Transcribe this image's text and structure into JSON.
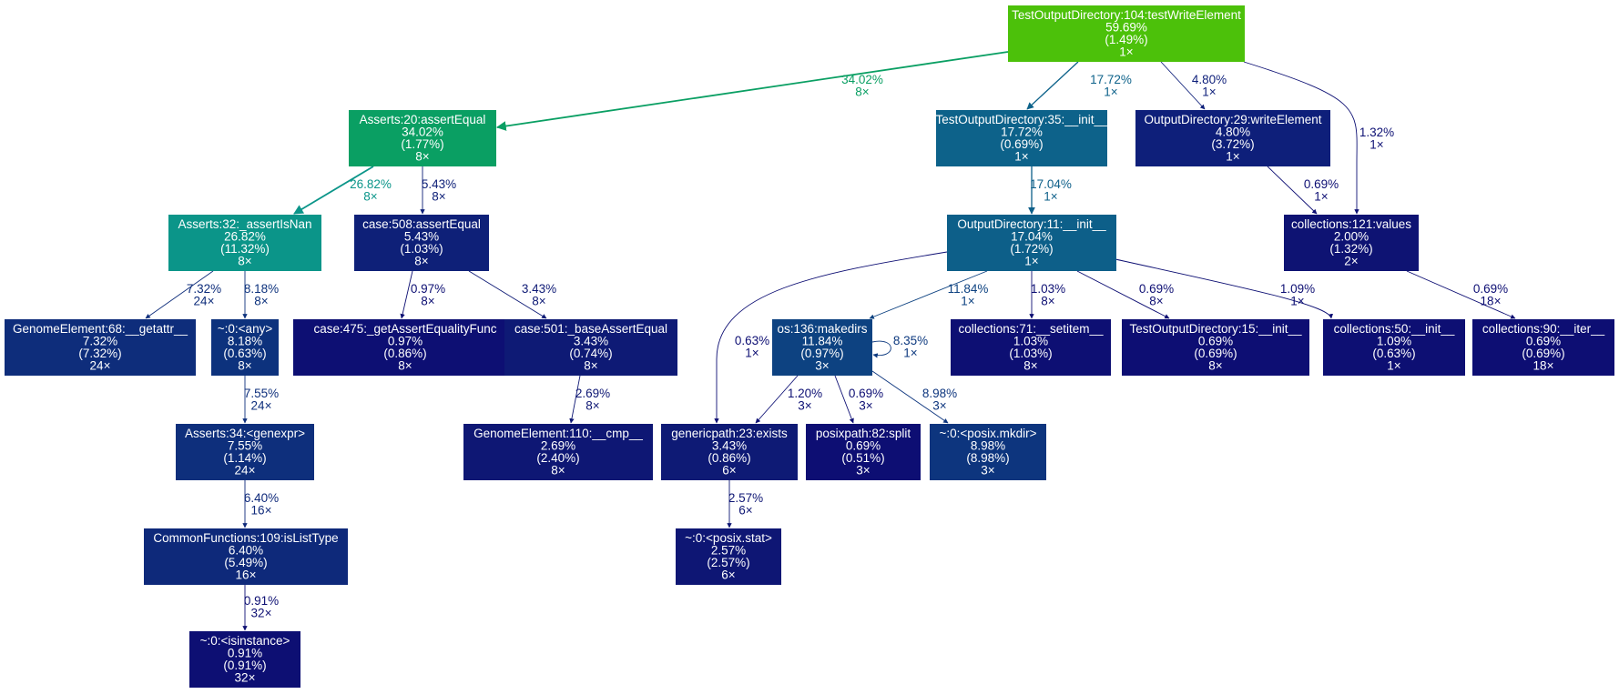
{
  "nodes": {
    "n_main": {
      "lines": [
        "TestOutputDirectory:104:testWriteElement",
        "59.69%",
        "(1.49%)",
        "1×"
      ],
      "color": "#4cc10a"
    },
    "n_assert": {
      "lines": [
        "Asserts:20:assertEqual",
        "34.02%",
        "(1.77%)",
        "8×"
      ],
      "color": "#0a9f63"
    },
    "n_toinit": {
      "lines": [
        "TestOutputDirectory:35:__init__",
        "17.72%",
        "(0.69%)",
        "1×"
      ],
      "color": "#0d628a"
    },
    "n_write": {
      "lines": [
        "OutputDirectory:29:writeElement",
        "4.80%",
        "(3.72%)",
        "1×"
      ],
      "color": "#0e1f7a"
    },
    "n_isnan": {
      "lines": [
        "Asserts:32:_assertIsNan",
        "26.82%",
        "(11.32%)",
        "8×"
      ],
      "color": "#0b9589"
    },
    "n_case508": {
      "lines": [
        "case:508:assertEqual",
        "5.43%",
        "(1.03%)",
        "8×"
      ],
      "color": "#0e2078"
    },
    "n_odinit": {
      "lines": [
        "OutputDirectory:11:__init__",
        "17.04%",
        "(1.72%)",
        "1×"
      ],
      "color": "#0d5f89"
    },
    "n_values": {
      "lines": [
        "collections:121:values",
        "2.00%",
        "(1.32%)",
        "2×"
      ],
      "color": "#0e1373"
    },
    "n_getattr": {
      "lines": [
        "GenomeElement:68:__getattr__",
        "7.32%",
        "(7.32%)",
        "24×"
      ],
      "color": "#0e2d7b"
    },
    "n_any": {
      "lines": [
        "~:0:<any>",
        "8.18%",
        "(0.63%)",
        "8×"
      ],
      "color": "#0d327d"
    },
    "n_case475": {
      "lines": [
        "case:475:_getAssertEqualityFunc",
        "0.97%",
        "(0.86%)",
        "8×"
      ],
      "color": "#0d0f73"
    },
    "n_case501": {
      "lines": [
        "case:501:_baseAssertEqual",
        "3.43%",
        "(0.74%)",
        "8×"
      ],
      "color": "#0e1a75"
    },
    "n_makedirs": {
      "lines": [
        "os:136:makedirs",
        "11.84%",
        "(0.97%)",
        "3×"
      ],
      "color": "#0d4281"
    },
    "n_setitem": {
      "lines": [
        "collections:71:__setitem__",
        "1.03%",
        "(1.03%)",
        "8×"
      ],
      "color": "#0d0f73"
    },
    "n_to15": {
      "lines": [
        "TestOutputDirectory:15:__init__",
        "0.69%",
        "(0.69%)",
        "8×"
      ],
      "color": "#0d0e73"
    },
    "n_coll50": {
      "lines": [
        "collections:50:__init__",
        "1.09%",
        "(0.63%)",
        "1×"
      ],
      "color": "#0d0f73"
    },
    "n_iter": {
      "lines": [
        "collections:90:__iter__",
        "0.69%",
        "(0.69%)",
        "18×"
      ],
      "color": "#0d0e73"
    },
    "n_genexpr": {
      "lines": [
        "Asserts:34:<genexpr>",
        "7.55%",
        "(1.14%)",
        "24×"
      ],
      "color": "#0e2f7c"
    },
    "n_cmp": {
      "lines": [
        "GenomeElement:110:__cmp__",
        "2.69%",
        "(2.40%)",
        "8×"
      ],
      "color": "#0e1774"
    },
    "n_exists": {
      "lines": [
        "genericpath:23:exists",
        "3.43%",
        "(0.86%)",
        "6×"
      ],
      "color": "#0e1a75"
    },
    "n_split": {
      "lines": [
        "posixpath:82:split",
        "0.69%",
        "(0.51%)",
        "3×"
      ],
      "color": "#0d0e73"
    },
    "n_mkdir": {
      "lines": [
        "~:0:<posix.mkdir>",
        "8.98%",
        "(8.98%)",
        "3×"
      ],
      "color": "#0d357e"
    },
    "n_islist": {
      "lines": [
        "CommonFunctions:109:isListType",
        "6.40%",
        "(5.49%)",
        "16×"
      ],
      "color": "#0e297a"
    },
    "n_stat": {
      "lines": [
        "~:0:<posix.stat>",
        "2.57%",
        "(2.57%)",
        "6×"
      ],
      "color": "#0e1674"
    },
    "n_isinst": {
      "lines": [
        "~:0:<isinstance>",
        "0.91%",
        "(0.91%)",
        "32×"
      ],
      "color": "#0d0f73"
    }
  },
  "edges": {
    "e_main_assert": {
      "lines": [
        "34.02%",
        "8×"
      ],
      "color": "#0a9f63"
    },
    "e_main_toinit": {
      "lines": [
        "17.72%",
        "1×"
      ],
      "color": "#0d628a"
    },
    "e_main_write": {
      "lines": [
        "4.80%",
        "1×"
      ],
      "color": "#0e1f7a"
    },
    "e_main_values": {
      "lines": [
        "1.32%",
        "1×"
      ],
      "color": "#0e1174"
    },
    "e_assert_isnan": {
      "lines": [
        "26.82%",
        "8×"
      ],
      "color": "#0b9589"
    },
    "e_assert_case508": {
      "lines": [
        "5.43%",
        "8×"
      ],
      "color": "#0e2078"
    },
    "e_toinit_odinit": {
      "lines": [
        "17.04%",
        "1×"
      ],
      "color": "#0d5f89"
    },
    "e_write_values": {
      "lines": [
        "0.69%",
        "1×"
      ],
      "color": "#0d0e73"
    },
    "e_isnan_getattr": {
      "lines": [
        "7.32%",
        "24×"
      ],
      "color": "#0e2d7b"
    },
    "e_isnan_any": {
      "lines": [
        "8.18%",
        "8×"
      ],
      "color": "#0d327d"
    },
    "e_case508_475": {
      "lines": [
        "0.97%",
        "8×"
      ],
      "color": "#0d0f73"
    },
    "e_case508_501": {
      "lines": [
        "3.43%",
        "8×"
      ],
      "color": "#0e1a75"
    },
    "e_odinit_exists": {
      "lines": [
        "0.63%",
        "1×"
      ],
      "color": "#0d0e73"
    },
    "e_odinit_makedirs": {
      "lines": [
        "11.84%",
        "1×"
      ],
      "color": "#0d4281"
    },
    "e_odinit_setitem": {
      "lines": [
        "1.03%",
        "8×"
      ],
      "color": "#0d0f73"
    },
    "e_odinit_to15": {
      "lines": [
        "0.69%",
        "8×"
      ],
      "color": "#0d0e73"
    },
    "e_odinit_coll50": {
      "lines": [
        "1.09%",
        "1×"
      ],
      "color": "#0d0f73"
    },
    "e_values_iter": {
      "lines": [
        "0.69%",
        "18×"
      ],
      "color": "#0d0e73"
    },
    "e_any_genexpr": {
      "lines": [
        "7.55%",
        "24×"
      ],
      "color": "#0e2f7c"
    },
    "e_case501_cmp": {
      "lines": [
        "2.69%",
        "8×"
      ],
      "color": "#0e1774"
    },
    "e_makedirs_self": {
      "lines": [
        "8.35%",
        "1×"
      ],
      "color": "#0d397f"
    },
    "e_makedirs_exists": {
      "lines": [
        "1.20%",
        "3×"
      ],
      "color": "#0d1074"
    },
    "e_makedirs_split": {
      "lines": [
        "0.69%",
        "3×"
      ],
      "color": "#0d0e73"
    },
    "e_makedirs_mkdir": {
      "lines": [
        "8.98%",
        "3×"
      ],
      "color": "#0d357e"
    },
    "e_genexpr_islist": {
      "lines": [
        "6.40%",
        "16×"
      ],
      "color": "#0e297a"
    },
    "e_exists_stat": {
      "lines": [
        "2.57%",
        "6×"
      ],
      "color": "#0e1674"
    },
    "e_islist_isinst": {
      "lines": [
        "0.91%",
        "32×"
      ],
      "color": "#0d0f73"
    }
  }
}
